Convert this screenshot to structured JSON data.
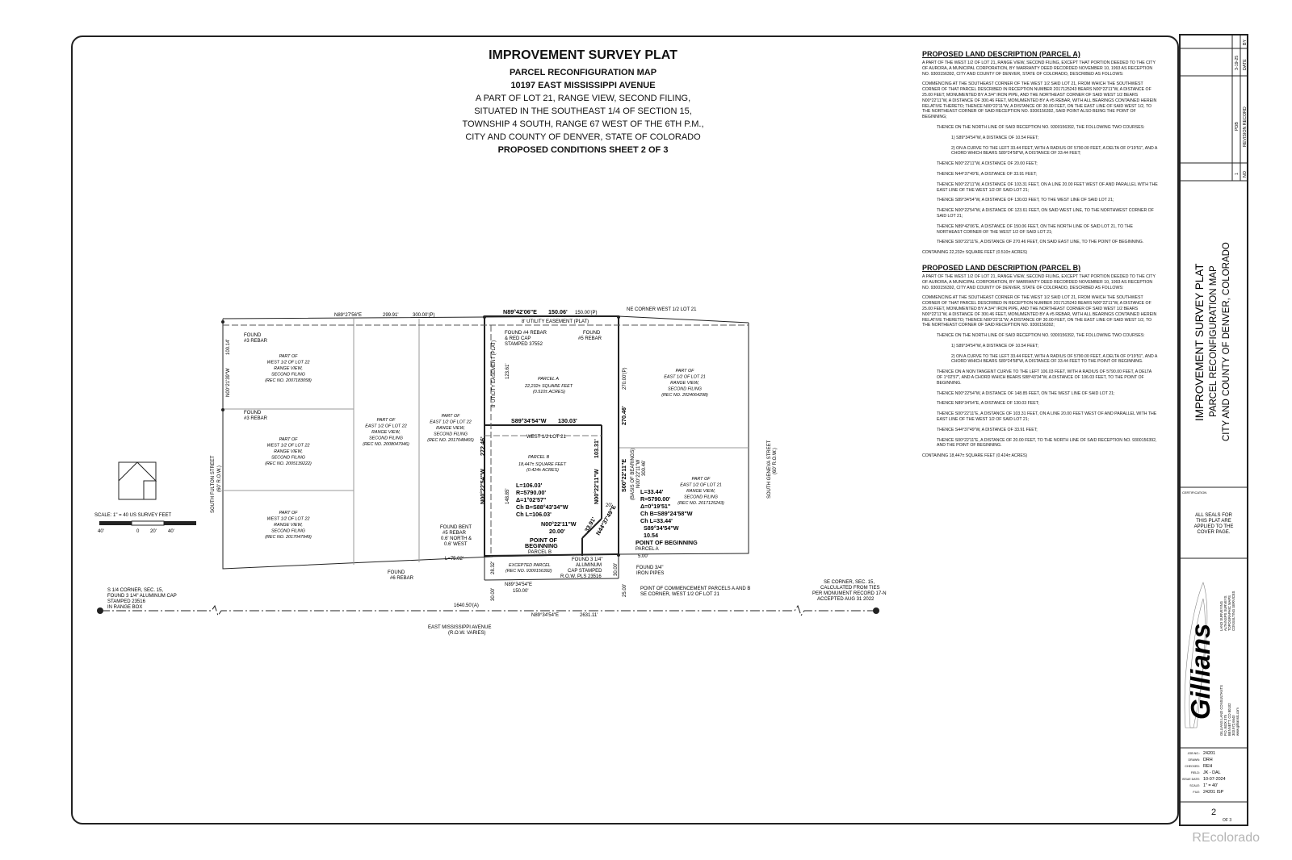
{
  "header": {
    "title": "IMPROVEMENT SURVEY PLAT",
    "subtitle": "PARCEL RECONFIGURATION MAP",
    "address": "10197 EAST MISSISSIPPI AVENUE",
    "desc_lines": [
      "A PART OF LOT 21, RANGE VIEW, SECOND FILING,",
      "SITUATED IN THE SOUTHEAST 1/4 OF SECTION 15,",
      "TOWNSHIP 4 SOUTH, RANGE 67 WEST OF THE 6TH P.M.,",
      "CITY AND COUNTY OF DENVER, STATE OF COLORADO"
    ],
    "sheet_label": "PROPOSED CONDITIONS SHEET 2 OF 3"
  },
  "parcel_a": {
    "heading": "PROPOSED LAND DESCRIPTION (PARCEL A)",
    "paragraphs": [
      {
        "style": "",
        "text": "A PART OF THE WEST 1/2 OF LOT 21, RANGE VIEW, SECOND FILING, EXCEPT THAT PORTION DEEDED TO THE CITY OF AURORA, A MUNICIPAL CORPORATION, BY WARRANTY DEED RECORDED NOVEMBER 10, 1993 AS RECEPTION NO. 9300156392, CITY AND COUNTY OF DENVER, STATE OF COLORADO, DESCRIBED AS FOLLOWS:"
      },
      {
        "style": "",
        "text": "COMMENCING AT THE SOUTHEAST CORNER OF THE WEST 1/2 SAID LOT 21, FROM WHICH THE SOUTHWEST CORNER OF THAT PARCEL DESCRIBED IN RECEPTION NUMBER 2017125243 BEARS N00°22'11\"W, A DISTANCE OF 25.00 FEET, MONUMENTED BY A 3/4\" IRON PIPE, AND THE NORTHEAST CORNER OF SAID WEST 1/2 BEARS N00°22'11\"W, A DISTANCE OF 300.46 FEET, MONUMENTED BY A #5 REBAR, WITH ALL BEARINGS CONTAINED HEREIN RELATIVE THERETO; THENCE N00°22'11\"W, A DISTANCE OF 30.00 FEET, ON THE EAST LINE OF SAID WEST 1/2, TO THE NORTHEAST CORNER OF SAID RECEPTION NO. 9300156392, SAID POINT ALSO BEING THE POINT OF BEGINNING;"
      },
      {
        "style": "ind",
        "text": "THENCE ON THE NORTH LINE OF SAID RECEPTION NO. 9300156392, THE FOLLOWING TWO COURSES:"
      },
      {
        "style": "ind2",
        "text": "1)    S89°34'54\"W, A DISTANCE OF 10.54 FEET;"
      },
      {
        "style": "ind2",
        "text": "2)    ON A CURVE TO THE LEFT 33.44 FEET, WITH A RADIUS OF 5790.00 FEET, A DELTA OF 0°19'51\", AND A CHORD WHICH BEARS S89°24'58\"W, A DISTANCE OF 33.44 FEET;"
      },
      {
        "style": "ind",
        "text": "THENCE N00°22'11\"W, A DISTANCE OF 20.00 FEET;"
      },
      {
        "style": "ind",
        "text": "THENCE N44°37'49\"E, A DISTANCE OF 33.91 FEET;"
      },
      {
        "style": "ind",
        "text": "THENCE N00°22'11\"W, A DISTANCE OF 103.31 FEET, ON A LINE 20.00 FEET WEST OF AND PARALLEL WITH THE EAST LINE OF THE WEST 1/2 OF SAID LOT 21;"
      },
      {
        "style": "ind",
        "text": "THENCE S89°34'54\"W, A DISTANCE OF 130.03 FEET, TO THE WEST LINE OF SAID LOT 21;"
      },
      {
        "style": "ind",
        "text": "THENCE N00°22'54\"W, A DISTANCE OF 123.61 FEET, ON SAID WEST LINE, TO THE NORTHWEST CORNER OF SAID LOT 21;"
      },
      {
        "style": "ind",
        "text": "THENCE N89°42'06\"E, A DISTANCE OF 150.06 FEET, ON THE NORTH LINE OF SAID LOT 21, TO THE NORTHEAST CORNER OF THE WEST 1/2 OF SAID LOT 21;"
      },
      {
        "style": "ind",
        "text": "THENCE S00°22'11\"E, A DISTANCE OF 270.46 FEET, ON SAID EAST LINE, TO THE POINT OF BEGINNING."
      },
      {
        "style": "",
        "text": "CONTAINING 22,232± SQUARE FEET (0.510± ACRES)"
      }
    ]
  },
  "parcel_b": {
    "heading": "PROPOSED LAND DESCRIPTION (PARCEL B)",
    "paragraphs": [
      {
        "style": "",
        "text": "A PART OF THE WEST 1/2 OF LOT 21, RANGE VIEW, SECOND FILING, EXCEPT THAT PORTION DEEDED TO THE CITY OF AURORA, A MUNICIPAL CORPORATION, BY WARRANTY DEED RECORDED NOVEMBER 10, 1993 AS RECEPTION NO. 9300156392, CITY AND COUNTY OF DENVER, STATE OF COLORADO, DESCRIBED AS FOLLOWS:"
      },
      {
        "style": "",
        "text": "COMMENCING AT THE SOUTHEAST CORNER OF THE WEST 1/2 SAID LOT 21, FROM WHICH THE SOUTHWEST CORNER OF THAT PARCEL DESCRIBED IN RECEPTION NUMBER 2017125243 BEARS N00°22'11\"W, A DISTANCE OF 25.00 FEET, MONUMENTED BY A 3/4\" IRON PIPE, AND THE NORTHEAST CORNER OF SAID WEST 1/2 BEARS N00°22'11\"W, A DISTANCE OF 300.46 FEET, MONUMENTED BY A #5 REBAR, WITH ALL BEARINGS CONTAINED HEREIN RELATIVE THERETO; THENCE N00°22'11\"W, A DISTANCE OF 30.00 FEET, ON THE EAST LINE OF SAID WEST 1/2, TO THE NORTHEAST CORNER OF SAID RECEPTION NO. 9300156392;"
      },
      {
        "style": "ind",
        "text": "THENCE ON THE NORTH LINE OF SAID RECEPTION NO. 9300156392, THE FOLLOWING TWO COURSES:"
      },
      {
        "style": "ind2",
        "text": "1)    S89°34'54\"W, A DISTANCE OF 10.54 FEET;"
      },
      {
        "style": "ind2",
        "text": "2)    ON A CURVE TO THE LEFT 33.44 FEET, WITH A RADIUS OF 5790.00 FEET, A DELTA OF 0°19'51\", AND A CHORD WHICH BEARS S89°24'58\"W, A DISTANCE OF 33.44 FEET TO THE POINT OF BEGINNING."
      },
      {
        "style": "ind",
        "text": "THENCE ON A NON TANGENT CURVE TO THE LEFT 106.03 FEET, WITH A RADIUS OF 5790.00 FEET, A DELTA OF 1°02'57\", AND A CHORD WHICH BEARS S88°43'34\"W, A DISTANCE OF 106.03 FEET, TO THE POINT OF BEGINNING."
      },
      {
        "style": "ind",
        "text": "THENCE N00°22'54\"W, A DISTANCE OF 148.85 FEET, ON THE WEST LINE OF SAID LOT 21;"
      },
      {
        "style": "ind",
        "text": "THENCE N89°34'54\"E, A DISTANCE OF 130.03 FEET;"
      },
      {
        "style": "ind",
        "text": "THENCE S00°22'11\"E, A DISTANCE OF 103.31 FEET, ON A LINE 20.00 FEET WEST OF AND PARALLEL WITH THE EAST LINE OF THE WEST 1/2 OF SAID LOT 21;"
      },
      {
        "style": "ind",
        "text": "THENCE S44°37'49\"W, A DISTANCE OF 33.91 FEET;"
      },
      {
        "style": "ind",
        "text": "THENCE S00°22'11\"E, A DISTANCE OF 20.00 FEET, TO THE NORTH LINE OF SAID RECEPTION NO. 9300156392, AND THE POINT OF BEGINNING."
      },
      {
        "style": "",
        "text": "CONTAINING 18,447± SQUARE FEET (0.424± ACRES)"
      }
    ]
  },
  "plat": {
    "top_bearing_west": "N89°27'56\"E",
    "top_dist_west_a": "299.91'",
    "top_dist_west_p": "300.00'(P)",
    "top_bearing_lot21": "N89°42'06\"E",
    "top_dist_lot21": "150.06'",
    "top_dist_lot21_p": "150.00'(P)",
    "ne_corner": "NE CORNER WEST 1/2 LOT 21",
    "utility_easement": "8' UTILITY EASEMENT (PLAT)",
    "utility_easement_v": "8' UTILITY EASEMENT (PLAT)",
    "found_3_rebar_1": "FOUND",
    "found_3_rebar_1b": "#3 REBAR",
    "found_3_rebar_2": "FOUND",
    "found_3_rebar_2b": "#3 REBAR",
    "found_4_rebar": [
      "FOUND #4 REBAR",
      "& RED CAP",
      "STAMPED 37552"
    ],
    "found_5_rebar": [
      "FOUND",
      "#5 REBAR"
    ],
    "west_dist_1": "100.14'",
    "west_bearing": "N00°21'39\"W",
    "lot22_west_top": [
      "PART OF",
      "WEST 1/2 OF LOT 22",
      "RANGE VIEW,",
      "SECOND FILING",
      "(REC NO. 2007183058)"
    ],
    "lot22_west_mid": [
      "PART OF",
      "WEST 1/2 OF LOT 22",
      "RANGE VIEW,",
      "SECOND FILING",
      "(REC NO. 2005139222)"
    ],
    "lot22_west_bot": [
      "PART OF",
      "WEST 1/2 OF LOT 22",
      "RANGE VIEW,",
      "SECOND FILING",
      "(REC NO. 2017047949)"
    ],
    "lot22_east_a": [
      "PART OF",
      "EAST 1/2 OF LOT 22",
      "RANGE VIEW,",
      "SECOND FILING",
      "(REC NO. 2008047946)"
    ],
    "lot22_east_b": [
      "PART OF",
      "EAST 1/2 OF LOT 22",
      "RANGE VIEW,",
      "SECOND FILING",
      "(REC NO. 2017048465)"
    ],
    "lot21_east_top": [
      "PART OF",
      "EAST 1/2 OF LOT 21",
      "RANGE VIEW,",
      "SECOND FILING",
      "(REC NO. 2024064298)"
    ],
    "lot21_east_bot": [
      "PART OF",
      "EAST 1/2 OF LOT 21",
      "RANGE VIEW,",
      "SECOND FILING",
      "(REC NO. 2017125243)"
    ],
    "parcel_a_label": "PARCEL A",
    "parcel_a_area": "22,232± SQUARE FEET",
    "parcel_a_acres": "(0.510± ACRES)",
    "parcel_b_label": "PARCEL B",
    "parcel_b_area": "18,447± SQUARE FEET",
    "parcel_b_acres": "(0.424± ACRES)",
    "dist_123_61": "123.61'",
    "dist_148_85": "148.85'",
    "west_half_lot21": "WEST 1/2 LOT 21",
    "split_bearing": "S89°34'54\"W",
    "split_dist": "130.03'",
    "west_lot_bearing": "N00°22'54\"W",
    "west_lot_dist": "272.46'",
    "inner_bearing": "N00°22'11\"W",
    "inner_dist": "103.31'",
    "east_dist_top": "270.46'",
    "east_dist_p": "270.00'(P)",
    "east_bearing": "S00°22'11\"E",
    "basis_bearing": "(BASIS OF BEARINGS)",
    "basis_bearing_2": "N00°22'11\"W",
    "basis_dist": "300.46'",
    "twenty": "20'",
    "curve_b": [
      "L=106.03'",
      "R=5790.00'",
      "Δ=1°02'57\"",
      "Ch B=S88°43'34\"W",
      "Ch L=106.03'"
    ],
    "curve_a": [
      "L=33.44'",
      "R=5790.00'",
      "Δ=0°19'51\"",
      "Ch B=S89°24'58\"W",
      "Ch L=33.44'"
    ],
    "seg_bearing": "N00°22'11\"W",
    "seg_dist": "20.00'",
    "diag_dist": "33.91'",
    "diag_bearing": "N44°37'49\"E",
    "seg_a_bearing": "S89°34'54\"W",
    "seg_a_dist": "10.54",
    "pob_b": [
      "POINT OF",
      "BEGINNING",
      "PARCEL B"
    ],
    "pob_a": [
      "POINT OF BEGINNING",
      "PARCEL A"
    ],
    "five": "5.00'",
    "found_bent": [
      "FOUND BENT",
      "#5 REBAR",
      "0.6' NORTH &",
      "0.6' WEST"
    ],
    "l_75": "L=75.02'",
    "found_6_rebar": [
      "FOUND",
      "#6 REBAR"
    ],
    "excepted": [
      "EXCEPTED PARCEL",
      "(REC NO. 9300156392)"
    ],
    "found_alum": [
      "FOUND 3 1/4\"",
      "ALUMINUM",
      "CAP STAMPED",
      "R.O.W. PLS 23516"
    ],
    "found_iron": [
      "FOUND 3/4\"",
      "IRON PIPES"
    ],
    "dist_28_32": "28.32'",
    "dist_30_left": "30.00'",
    "dist_30_right": "30.00'",
    "dist_25": "25.00'",
    "bottom_bearing": "N89°34'54\"E",
    "bottom_dist": "150.00'",
    "commencement": [
      "POINT OF COMMENCEMENT PARCELS A AND B",
      "SE CORNER, WEST 1/2 OF LOT 21"
    ],
    "s14_corner": [
      "S 1/4 CORNER, SEC. 15,",
      "FOUND 3 1/4\" ALUMINUM CAP",
      "STAMPED 23516",
      "IN RANGE BOX"
    ],
    "se_corner": [
      "SE CORNER, SEC. 15,",
      "CALCULATED FROM TIES",
      "PER MONUMENT RECORD 17-N",
      "ACCEPTED AUG 31 2022"
    ],
    "section_dist_a": "1640.50'(A)",
    "section_bearing": "N89°34'54\"E",
    "section_dist": "2631.11'",
    "street_south": "EAST MISSISSIPPI AVENUE",
    "street_south_row": "(R.O.W. VARIES)",
    "street_west": "SOUTH FULTON STREET",
    "street_west_row": "(60' R.O.W.)",
    "street_east": "SOUTH GENEVA STREET",
    "street_east_row": "(60' R.O.W.)"
  },
  "scale": {
    "label": "SCALE: 1\" = 40  US SURVEY FEET",
    "ticks": [
      "40'",
      "0",
      "20'",
      "40'"
    ]
  },
  "title_block": {
    "revision_date": "3-19-25",
    "revision_desc": "PDB",
    "revision_no": "1",
    "revision_by": "BY",
    "col_no": "NO",
    "col_record": "REVISION RECORD",
    "col_date": "DATE",
    "proj_title": "IMPROVEMENT SURVEY PLAT",
    "proj_sub": "PARCEL RECONFIGURATION MAP",
    "proj_loc": "CITY AND COUNTY OF DENVER, COLORADO",
    "cert_label": "CERTIFICATION",
    "cert_text": [
      "ALL SEALS FOR",
      "THIS PLAT ARE",
      "APPLIED TO THE",
      "COVER PAGE."
    ],
    "company_logo": "Gillians",
    "company_services": [
      "LAND SURVEYING",
      "ALTA/NSPS SURVEYS",
      "TOPOGRAPHIC MAPS",
      "CONSULTING SERVICES"
    ],
    "company_address": [
      "GILLIANS LAND CONSULTANTS",
      "P.O. BOX 375",
      "BENNETT, CO  80102",
      "303.972.6640",
      "www.gillianslc.com"
    ],
    "info": [
      {
        "k": "JOB NO.:",
        "v": "24201"
      },
      {
        "k": "DRAWN:",
        "v": "DRH"
      },
      {
        "k": "CHECKED:",
        "v": "REH"
      },
      {
        "k": "FIELD:",
        "v": "JK - DAL"
      },
      {
        "k": "ISSUE DATE:",
        "v": "10-07-2024"
      },
      {
        "k": "SCALE:",
        "v": "1\" = 40'"
      },
      {
        "k": "FILE:",
        "v": "24201 ISP"
      }
    ],
    "sheet_no": "2",
    "sheet_of": "OF 3"
  },
  "watermark": "REcolorado"
}
